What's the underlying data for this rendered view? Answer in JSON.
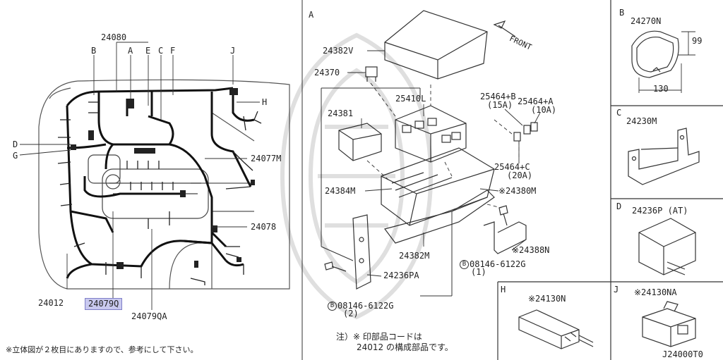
{
  "left_diagram": {
    "labels": {
      "p24080": "24080",
      "B": "B",
      "A": "A",
      "E": "E",
      "C": "C",
      "F": "F",
      "J": "J",
      "H": "H",
      "D": "D",
      "G": "G",
      "p24077M": "24077M",
      "p24078": "24078",
      "p24012": "24012",
      "p24079Q": "24079Q",
      "p24079QA": "24079QA"
    },
    "footnote": "※立体図が２枚目にありますので、参考にして下さい。"
  },
  "fuse_box": {
    "section": "A",
    "front": "FRONT",
    "labels": {
      "p24382V": "24382V",
      "p24370": "24370",
      "p25410L": "25410L",
      "p24381": "24381",
      "p25464B": "25464+B",
      "p25464B_amp": "(15A)",
      "p25464A": "25464+A",
      "p25464A_amp": "(10A)",
      "p25464C": "25464+C",
      "p25464C_amp": "(20A)",
      "p24384M": "24384M",
      "p24380M": "※24380M",
      "p24388N": "※24388N",
      "p24382M": "24382M",
      "p24236PA": "24236PA",
      "bolt1": "08146-6122G",
      "bolt1_qty": "(1)",
      "bolt2": "08146-6122G",
      "bolt2_qty": "(2)",
      "bolt_mark": "B"
    },
    "note_line1": "注）※ 印部品コードは",
    "note_line2": "24012 の構成部品です。"
  },
  "detail_B": {
    "section": "B",
    "part": "24270N",
    "dim_h": "99",
    "dim_w": "130"
  },
  "detail_C": {
    "section": "C",
    "part": "24230M"
  },
  "detail_D": {
    "section": "D",
    "part": "24236P (AT)"
  },
  "detail_H": {
    "section": "H",
    "part": "※24130N"
  },
  "detail_J": {
    "section": "J",
    "part": "※24130NA"
  },
  "diagram_code": "J24000T0"
}
